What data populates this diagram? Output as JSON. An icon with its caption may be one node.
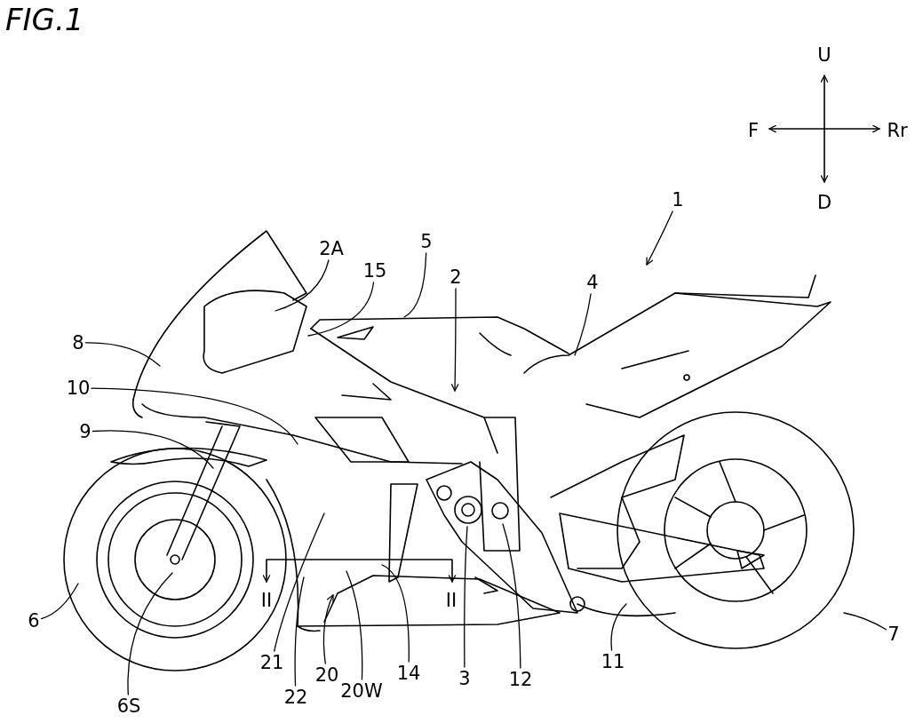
{
  "diagram": {
    "title": "FIG.1",
    "nodes": [
      {
        "text": [
          "1"
        ]
      },
      {
        "text": [
          "2A"
        ]
      },
      {
        "text": [
          "5"
        ]
      },
      {
        "text": [
          "15"
        ]
      },
      {
        "text": [
          "2"
        ]
      },
      {
        "text": [
          "4"
        ]
      },
      {
        "text": [
          "8"
        ]
      },
      {
        "text": [
          "10"
        ]
      },
      {
        "text": [
          "9"
        ]
      },
      {
        "text": [
          "6"
        ]
      },
      {
        "text": [
          "6S"
        ]
      },
      {
        "text": [
          "21"
        ]
      },
      {
        "text": [
          "22"
        ]
      },
      {
        "text": [
          "20"
        ]
      },
      {
        "text": [
          "20W"
        ]
      },
      {
        "text": [
          "14"
        ]
      },
      {
        "text": [
          "3"
        ]
      },
      {
        "text": [
          "12"
        ]
      },
      {
        "text": [
          "11"
        ]
      },
      {
        "text": [
          "7"
        ]
      }
    ],
    "edges": [
      {
        "from": 0,
        "to": null,
        "arrow": "to"
      },
      {
        "from": 1,
        "to": null,
        "arrow": "none"
      },
      {
        "from": 2,
        "to": null,
        "arrow": "none"
      },
      {
        "from": 3,
        "to": null,
        "arrow": "none"
      },
      {
        "from": 4,
        "to": null,
        "arrow": "to"
      },
      {
        "from": 5,
        "to": null,
        "arrow": "none"
      },
      {
        "from": 6,
        "to": null,
        "arrow": "none"
      },
      {
        "from": 7,
        "to": null,
        "arrow": "none"
      },
      {
        "from": 8,
        "to": null,
        "arrow": "none"
      },
      {
        "from": 9,
        "to": null,
        "arrow": "none"
      },
      {
        "from": 10,
        "to": null,
        "arrow": "none"
      },
      {
        "from": 11,
        "to": null,
        "arrow": "none"
      },
      {
        "from": 12,
        "to": null,
        "arrow": "none"
      },
      {
        "from": 13,
        "to": null,
        "arrow": "to"
      },
      {
        "from": 14,
        "to": null,
        "arrow": "none"
      },
      {
        "from": 15,
        "to": null,
        "arrow": "none"
      },
      {
        "from": 16,
        "to": null,
        "arrow": "none"
      },
      {
        "from": 17,
        "to": null,
        "arrow": "none"
      },
      {
        "from": 18,
        "to": null,
        "arrow": "none"
      },
      {
        "from": 19,
        "to": null,
        "arrow": "none"
      }
    ],
    "labels": [
      "U",
      "F",
      "Rr",
      "D",
      "II",
      "II"
    ]
  }
}
